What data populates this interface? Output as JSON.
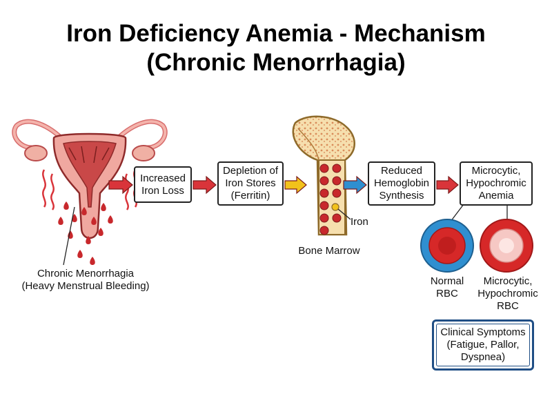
{
  "title": {
    "line1": "Iron Deficiency Anemia - Mechanism",
    "line2": "(Chronic Menorrhagia)"
  },
  "uterus_label": {
    "line1": "Chronic Menorrhagia",
    "line2": "(Heavy Menstrual Bleeding)"
  },
  "steps": [
    {
      "line1": "Increased",
      "line2": "Iron Loss"
    },
    {
      "line1": "Depletion of",
      "line2": "Iron Stores",
      "line3": "(Ferritin)"
    },
    {
      "line1": "Reduced",
      "line2": "Hemoglobin",
      "line3": "Synthesis"
    },
    {
      "line1": "Microcytic,",
      "line2": "Hypochromic",
      "line3": "Anemia"
    }
  ],
  "bone": {
    "label": "Bone Marrow",
    "iron_label": "Iron"
  },
  "rbc": {
    "normal": {
      "line1": "Normal",
      "line2": "RBC"
    },
    "abnormal": {
      "line1": "Microcytic,",
      "line2": "Hypochromic",
      "line3": "RBC"
    }
  },
  "symptoms": {
    "line1": "Clinical Symptoms",
    "line2": "(Fatigue, Pallor,",
    "line3": "Dyspnea)"
  },
  "colors": {
    "arrow_red": "#d9343a",
    "arrow_yellow": "#f2c21b",
    "arrow_blue": "#2f8fd0",
    "uterus": "#f0a8a0",
    "blood": "#c8282c",
    "bone": "#f6dfae",
    "rbc_normal_ring": "#2f8fd0",
    "rbc_red": "#d62828",
    "symptoms_border": "#1f4e85"
  }
}
